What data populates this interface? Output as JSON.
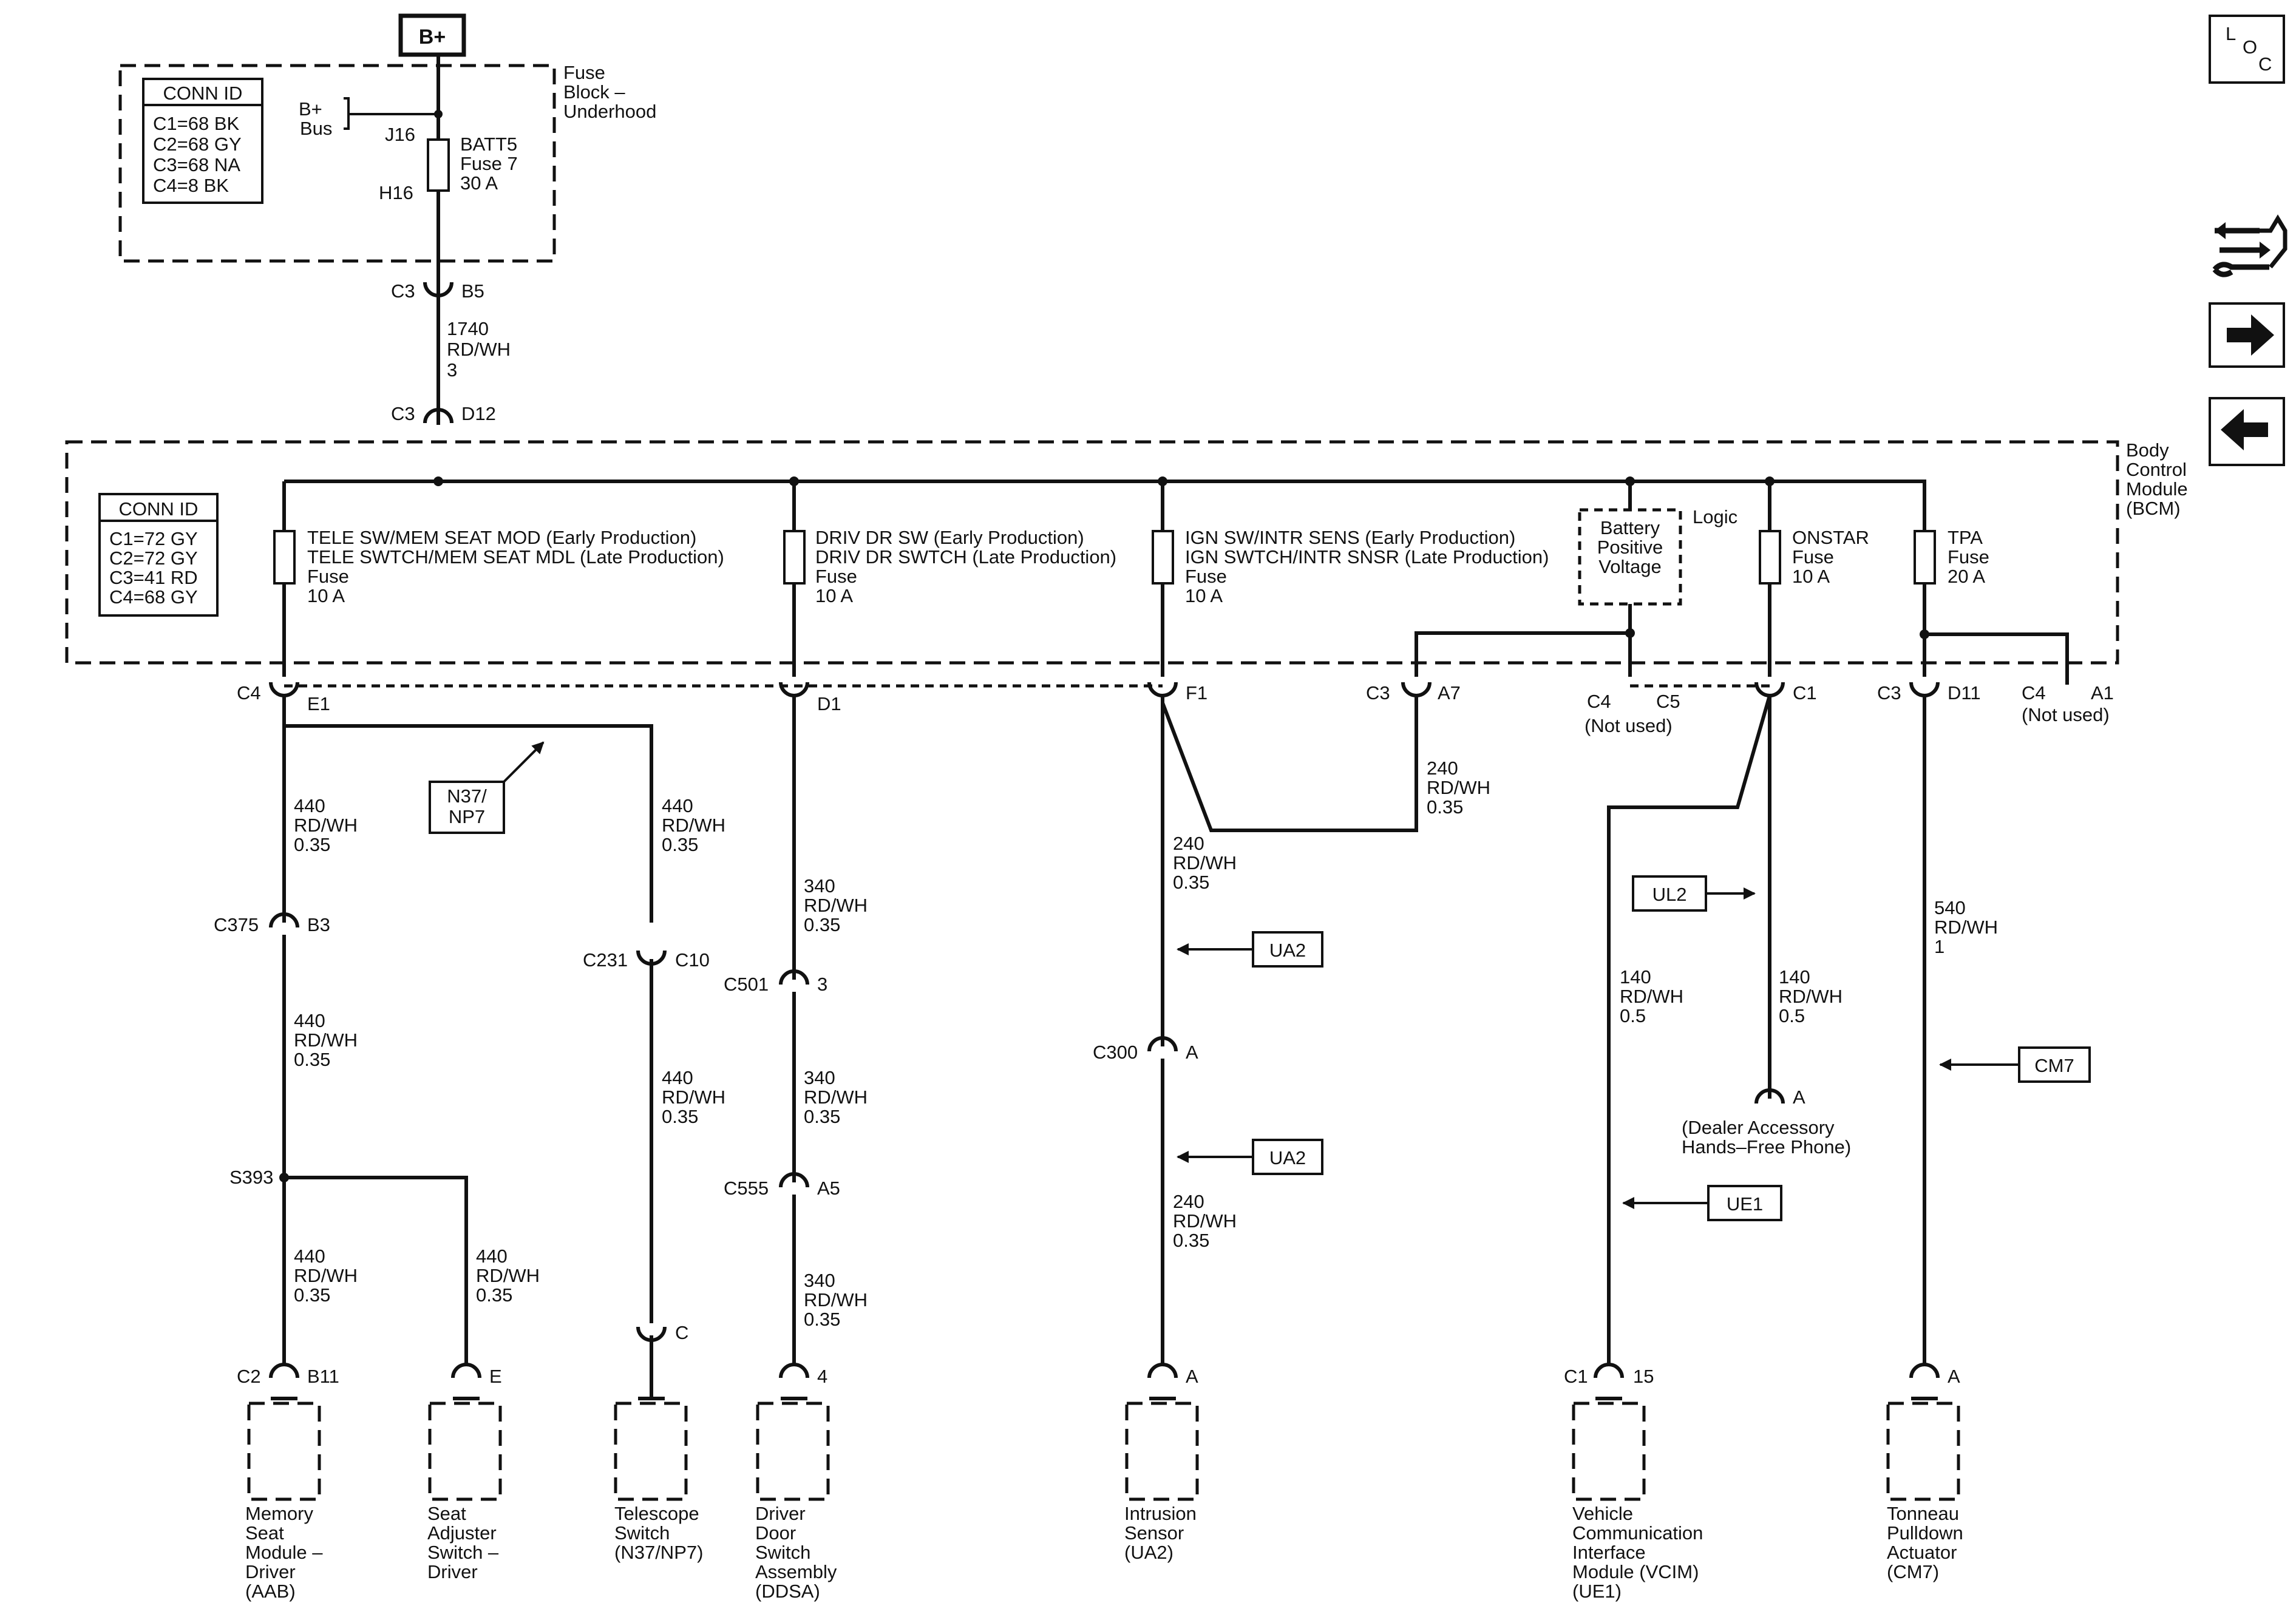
{
  "b_plus": "B+",
  "loc_button": {
    "l": "L",
    "o": "O",
    "c": "C"
  },
  "icons": {
    "repair": "repair-info-icon",
    "next": "arrow-right-icon",
    "prev": "arrow-left-icon"
  },
  "fuse_block": {
    "name": [
      "Fuse",
      "Block –",
      "Underhood"
    ],
    "conn_title": "CONN ID",
    "conn_rows": [
      "C1=68 BK",
      "C2=68 GY",
      "C3=68 NA",
      "C4=8 BK"
    ],
    "bus": [
      "B+",
      "Bus"
    ],
    "j16": "J16",
    "h16": "H16",
    "fuse": [
      "BATT5",
      "Fuse 7",
      "30 A"
    ]
  },
  "conn_c3_b5": {
    "conn": "C3",
    "pin": "B5"
  },
  "wire_1740": [
    "1740",
    "RD/WH",
    "3"
  ],
  "conn_c3_d12": {
    "conn": "C3",
    "pin": "D12"
  },
  "bcm": {
    "name": [
      "Body",
      "Control",
      "Module",
      "(BCM)"
    ],
    "conn_title": "CONN ID",
    "conn_rows": [
      "C1=72 GY",
      "C2=72 GY",
      "C3=41 RD",
      "C4=68 GY"
    ],
    "logic": "Logic",
    "bpv": [
      "Battery",
      "Positive",
      "Voltage"
    ],
    "fuses": {
      "tele": [
        "TELE SW/MEM SEAT MOD (Early Production)",
        "TELE SWTCH/MEM SEAT MDL (Late Production)",
        "Fuse",
        "10 A"
      ],
      "drv": [
        "DRIV DR SW (Early Production)",
        "DRIV DR SWTCH (Late Production)",
        "Fuse",
        "10 A"
      ],
      "ign": [
        "IGN SW/INTR SENS (Early Production)",
        "IGN SWTCH/INTR SNSR (Late Production)",
        "Fuse",
        "10 A"
      ],
      "onstar": [
        "ONSTAR",
        "Fuse",
        "10 A"
      ],
      "tpa": [
        "TPA",
        "Fuse",
        "20 A"
      ]
    }
  },
  "bcm_pins": {
    "c4": "C4",
    "e1": "E1",
    "d1": "D1",
    "f1": "F1",
    "c3a": "C3",
    "a7": "A7",
    "c4b": "C4",
    "c5": "C5",
    "not_used_1": "(Not used)",
    "c1": "C1",
    "c3b": "C3",
    "d11": "D11",
    "c4c": "C4",
    "a1": "A1",
    "not_used_2": "(Not used)"
  },
  "ref_boxes": {
    "n37": [
      "N37/",
      "NP7"
    ],
    "ua2_1": "UA2",
    "ua2_2": "UA2",
    "ul2": "UL2",
    "ue1": "UE1",
    "cm7": "CM7"
  },
  "wire_440": [
    "440",
    "RD/WH",
    "0.35"
  ],
  "wire_340": [
    "340",
    "RD/WH",
    "0.35"
  ],
  "wire_240": [
    "240",
    "RD/WH",
    "0.35"
  ],
  "wire_140": [
    "140",
    "RD/WH",
    "0.5"
  ],
  "wire_540": [
    "540",
    "RD/WH",
    "1"
  ],
  "inline": {
    "c375": "C375",
    "b3": "B3",
    "c231": "C231",
    "c10": "C10",
    "c501": "C501",
    "p3": "3",
    "c555": "C555",
    "a5": "A5",
    "c300": "C300",
    "a": "A",
    "s393": "S393",
    "dealer_a": "A",
    "dealer": [
      "(Dealer Accessory",
      "Hands–Free Phone)"
    ]
  },
  "components": {
    "aab": {
      "conn": "C2",
      "pin": "B11",
      "label": [
        "Memory",
        "Seat",
        "Module –",
        "Driver",
        "(AAB)"
      ]
    },
    "seat": {
      "pin": "E",
      "label": [
        "Seat",
        "Adjuster",
        "Switch –",
        "Driver"
      ]
    },
    "tele": {
      "pin": "C",
      "label": [
        "Telescope",
        "Switch",
        "(N37/NP7)"
      ]
    },
    "ddsa": {
      "pin": "4",
      "label": [
        "Driver",
        "Door",
        "Switch",
        "Assembly",
        "(DDSA)"
      ]
    },
    "ua2": {
      "pin": "A",
      "label": [
        "Intrusion",
        "Sensor",
        "(UA2)"
      ]
    },
    "vcim": {
      "conn": "C1",
      "pin": "15",
      "label": [
        "Vehicle",
        "Communication",
        "Interface",
        "Module (VCIM)",
        "(UE1)"
      ]
    },
    "cm7": {
      "pin": "A",
      "label": [
        "Tonneau",
        "Pulldown",
        "Actuator",
        "(CM7)"
      ]
    }
  }
}
